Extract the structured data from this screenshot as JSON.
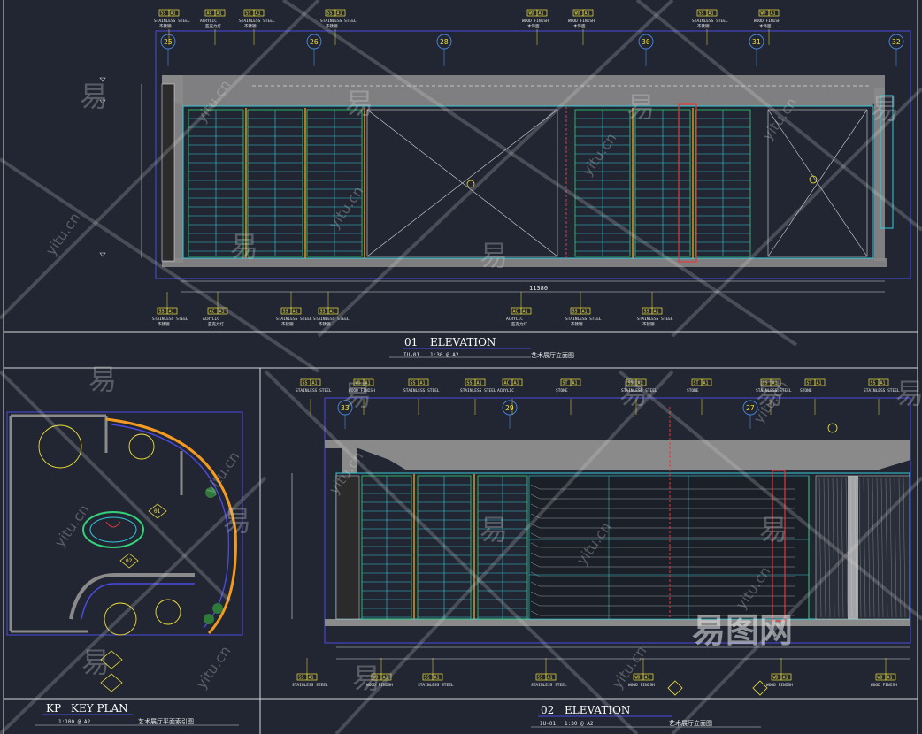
{
  "colors": {
    "background": "#212632",
    "frame": "#d8d8d8",
    "outline": "#4a4ae0",
    "cyan": "#37c9d6",
    "green": "#35d07a",
    "yellow": "#f2e33a",
    "orange": "#f29a22",
    "red": "#e23a3a",
    "grey_band": "#8a8a8a"
  },
  "elevation1": {
    "badge_no": "01",
    "badge_ref": "IU-01",
    "title": "ELEVATION",
    "scale": "1:30 @ A2",
    "subtitle": "艺术展厅立面图",
    "grid_axes": [
      "25",
      "26",
      "28",
      "30",
      "31",
      "32"
    ],
    "total_dimension": "11380",
    "top_callouts": [
      {
        "code": "SS",
        "ref": "A1",
        "label": "STAINLESS STEEL",
        "sub": "不锈钢"
      },
      {
        "code": "AC",
        "ref": "A1",
        "label": "ACRYLIC",
        "sub": "亚克力灯"
      },
      {
        "code": "SS",
        "ref": "A1",
        "label": "STAINLESS STEEL",
        "sub": "不锈钢"
      },
      {
        "code": "SS",
        "ref": "A1",
        "label": "STAINLESS STEEL",
        "sub": "不锈钢"
      },
      {
        "code": "WD",
        "ref": "A1",
        "label": "WOOD FINISH",
        "sub": "木饰面"
      },
      {
        "code": "WD",
        "ref": "A1",
        "label": "WOOD FINISH",
        "sub": "木饰面"
      },
      {
        "code": "SS",
        "ref": "A1",
        "label": "STAINLESS STEEL",
        "sub": "不锈钢"
      },
      {
        "code": "WD",
        "ref": "A1",
        "label": "WOOD FINISH",
        "sub": "木饰面"
      }
    ],
    "bottom_callouts": [
      {
        "code": "SS",
        "ref": "A1",
        "label": "STAINLESS STEEL",
        "sub": "不锈钢"
      },
      {
        "code": "AC",
        "ref": "A1",
        "label": "ACRYLIC",
        "sub": "亚克力灯"
      },
      {
        "code": "SS",
        "ref": "A1",
        "label": "STAINLESS STEEL",
        "sub": "不锈钢"
      },
      {
        "code": "SS",
        "ref": "A1",
        "label": "STAINLESS STEEL",
        "sub": "不锈钢"
      },
      {
        "code": "AC",
        "ref": "A1",
        "label": "ACRYLIC",
        "sub": "亚克力灯"
      },
      {
        "code": "SS",
        "ref": "A1",
        "label": "STAINLESS STEEL",
        "sub": "不锈钢"
      },
      {
        "code": "SS",
        "ref": "A1",
        "label": "STAINLESS STEEL",
        "sub": "不锈钢"
      }
    ]
  },
  "elevation2": {
    "badge_no": "02",
    "badge_ref": "IU-01",
    "title": "ELEVATION",
    "scale": "1:30 @ A2",
    "subtitle": "艺术展厅立面图",
    "grid_axes": [
      "33",
      "29",
      "27"
    ],
    "top_callouts": [
      {
        "code": "SS",
        "ref": "A1",
        "label": "STAINLESS STEEL"
      },
      {
        "code": "WD",
        "ref": "A1",
        "label": "WOOD FINISH"
      },
      {
        "code": "SS",
        "ref": "A1",
        "label": "STAINLESS STEEL"
      },
      {
        "code": "SS",
        "ref": "A1",
        "label": "STAINLESS STEEL"
      },
      {
        "code": "AC",
        "ref": "A1",
        "label": "ACRYLIC"
      },
      {
        "code": "ST",
        "ref": "A1",
        "label": "STONE"
      },
      {
        "code": "SS",
        "ref": "A1",
        "label": "STAINLESS STEEL"
      },
      {
        "code": "ST",
        "ref": "A1",
        "label": "STONE"
      },
      {
        "code": "SS",
        "ref": "A1",
        "label": "STAINLESS STEEL"
      },
      {
        "code": "ST",
        "ref": "A1",
        "label": "STONE"
      },
      {
        "code": "SS",
        "ref": "A1",
        "label": "STAINLESS STEEL"
      }
    ],
    "bottom_callouts": [
      {
        "code": "SS",
        "ref": "A1",
        "label": "STAINLESS STEEL"
      },
      {
        "code": "WD",
        "ref": "A1",
        "label": "WOOD FINISH"
      },
      {
        "code": "SS",
        "ref": "A1",
        "label": "STAINLESS STEEL"
      },
      {
        "code": "SS",
        "ref": "A1",
        "label": "STAINLESS STEEL"
      },
      {
        "code": "WD",
        "ref": "A1",
        "label": "WOOD FINISH"
      },
      {
        "code": "WD",
        "ref": "A1",
        "label": "WOOD FINISH"
      },
      {
        "code": "WD",
        "ref": "A1",
        "label": "WOOD FINISH"
      }
    ]
  },
  "keyplan": {
    "badge_no": "KP",
    "title": "KEY PLAN",
    "scale": "1:100 @ A2",
    "subtitle": "艺术展厅平面索引图",
    "marker_top": "01",
    "marker_bottom": "02"
  },
  "watermarks": {
    "logo_text": "易图网",
    "char": "易",
    "url": "yitu.cn"
  }
}
